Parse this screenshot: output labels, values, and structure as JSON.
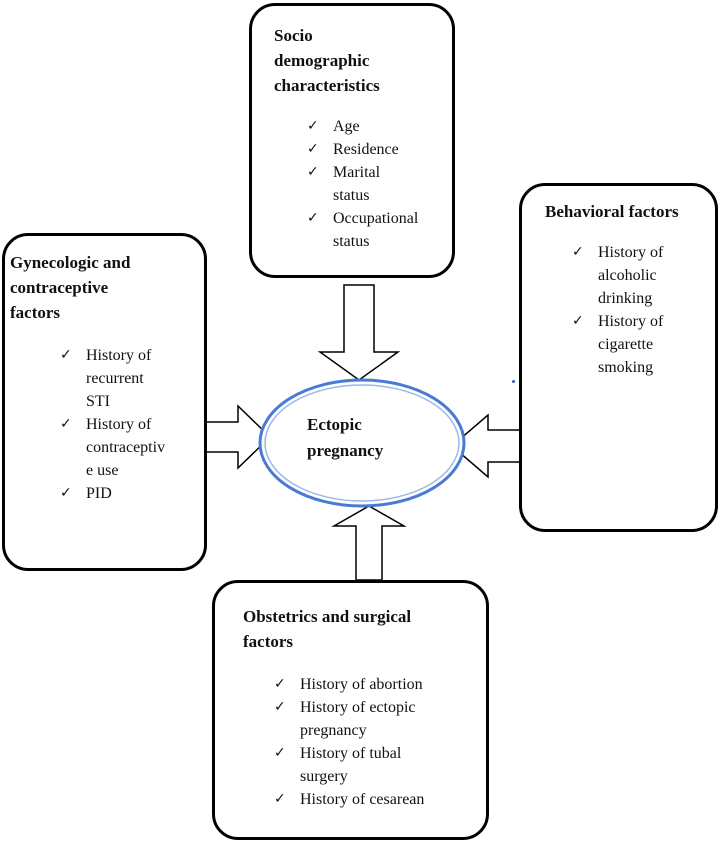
{
  "diagram": {
    "center": {
      "lines": [
        "Ectopic",
        "pregnancy"
      ]
    },
    "socio": {
      "title_lines": [
        "Socio",
        "demographic",
        "characteristics"
      ],
      "items": [
        {
          "lines": [
            "Age"
          ]
        },
        {
          "lines": [
            "Residence"
          ]
        },
        {
          "lines": [
            "Marital",
            "status"
          ]
        },
        {
          "lines": [
            "Occupational",
            "status"
          ]
        }
      ]
    },
    "behavioral": {
      "title_lines": [
        "Behavioral factors"
      ],
      "items": [
        {
          "lines": [
            "History of",
            "alcoholic",
            "drinking"
          ]
        },
        {
          "lines": [
            "History of",
            "cigarette",
            "smoking"
          ]
        }
      ]
    },
    "gynecologic": {
      "title_lines": [
        "Gynecologic and",
        "contraceptive",
        "factors"
      ],
      "items": [
        {
          "lines": [
            "History of",
            "recurrent",
            "STI"
          ]
        },
        {
          "lines": [
            "History of",
            "contraceptiv",
            "e use"
          ]
        },
        {
          "lines": [
            "PID"
          ]
        }
      ]
    },
    "obstetrics": {
      "title_lines": [
        "Obstetrics and surgical",
        "factors"
      ],
      "items": [
        {
          "lines": [
            "History of abortion"
          ]
        },
        {
          "lines": [
            "History of ectopic",
            "pregnancy"
          ]
        },
        {
          "lines": [
            "History of tubal",
            "surgery"
          ]
        },
        {
          "lines": [
            "History of cesarean"
          ]
        }
      ]
    },
    "check_glyph": "✓",
    "colors": {
      "ellipse_outer": "#4a7bd4",
      "ellipse_inner": "#9db8ea",
      "border": "#000000"
    }
  }
}
